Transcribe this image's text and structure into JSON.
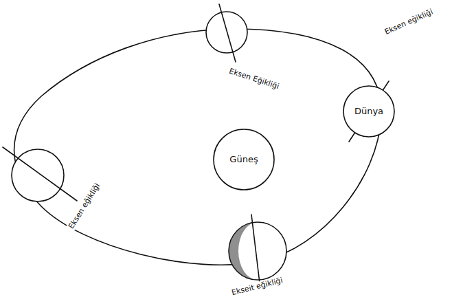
{
  "diagram": {
    "nodes": [
      {
        "text": [
          "Dünya"
        ]
      },
      {
        "text": [
          "Güneş"
        ]
      }
    ],
    "labels": [
      "Eksen Eğikliği",
      "Eksen eğikliği",
      "Eksen eğikliği",
      "Ekseit eğikliği"
    ]
  }
}
